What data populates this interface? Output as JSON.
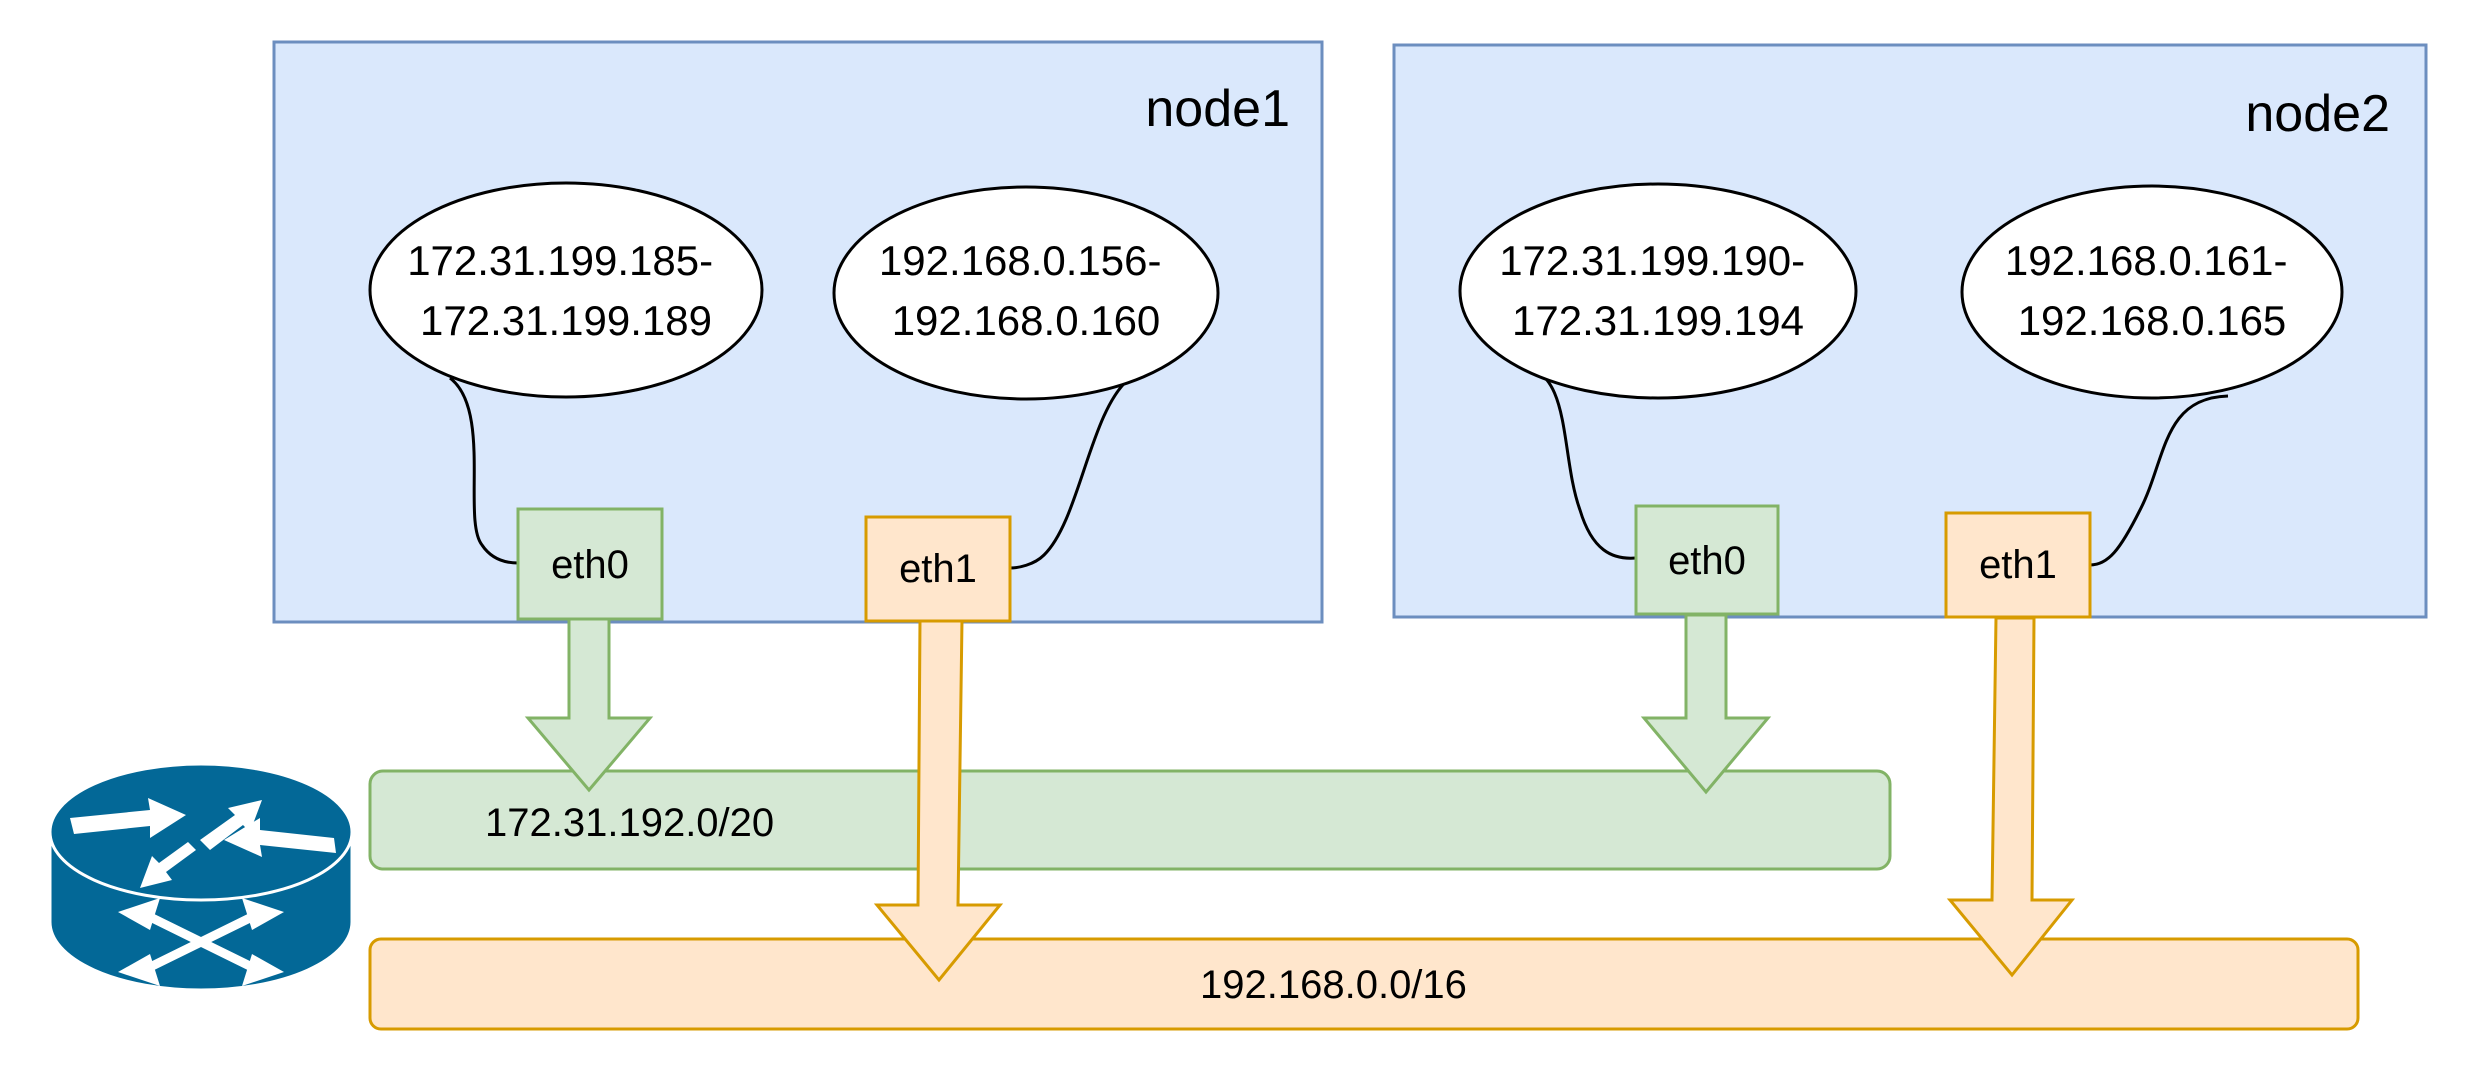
{
  "nodes": [
    {
      "title": "node1",
      "pools": [
        {
          "line1": "172.31.199.185-",
          "line2": "172.31.199.189"
        },
        {
          "line1": "192.168.0.156-",
          "line2": "192.168.0.160"
        }
      ],
      "interfaces": [
        "eth0",
        "eth1"
      ]
    },
    {
      "title": "node2",
      "pools": [
        {
          "line1": "172.31.199.190-",
          "line2": "172.31.199.194"
        },
        {
          "line1": "192.168.0.161-",
          "line2": "192.168.0.165"
        }
      ],
      "interfaces": [
        "eth0",
        "eth1"
      ]
    }
  ],
  "networks": [
    {
      "cidr": "172.31.192.0/20"
    },
    {
      "cidr": "192.168.0.0/16"
    }
  ],
  "router_icon": "router-icon",
  "colors": {
    "node_fill": "#dae8fc",
    "node_stroke": "#6c8ebf",
    "green_fill": "#d5e8d4",
    "green_stroke": "#82b366",
    "orange_fill": "#ffe6cc",
    "orange_stroke": "#d79b00",
    "router_fill": "#036897"
  }
}
